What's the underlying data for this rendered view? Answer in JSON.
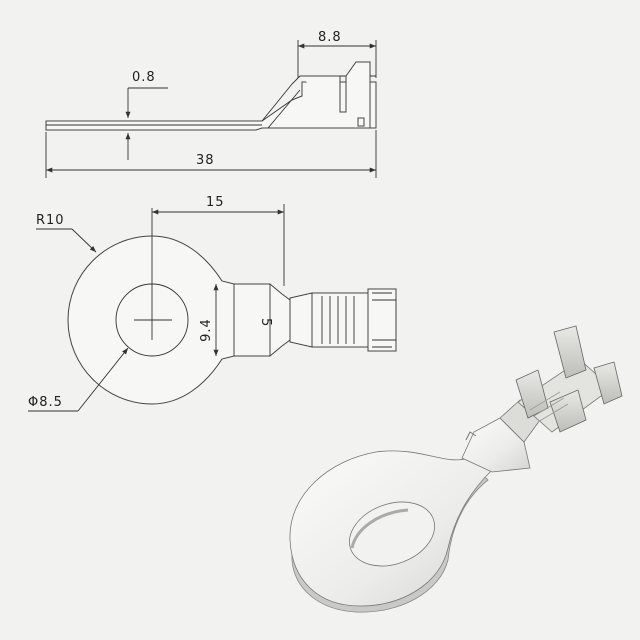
{
  "drawing": {
    "side_view": {
      "thickness_label": "0.8",
      "barrel_length_label": "8.8",
      "overall_length_label": "38"
    },
    "top_view": {
      "radius_label": "R10",
      "center_to_tab_label": "15",
      "tab_width_label": "9.4",
      "hole_diameter_label": "Φ8.5",
      "marking_label": "5"
    }
  },
  "colors": {
    "background": "#f2f2f0",
    "line": "#333333",
    "part_fill": "#f7f7f5",
    "render_shadow": "#c9c9c6"
  }
}
